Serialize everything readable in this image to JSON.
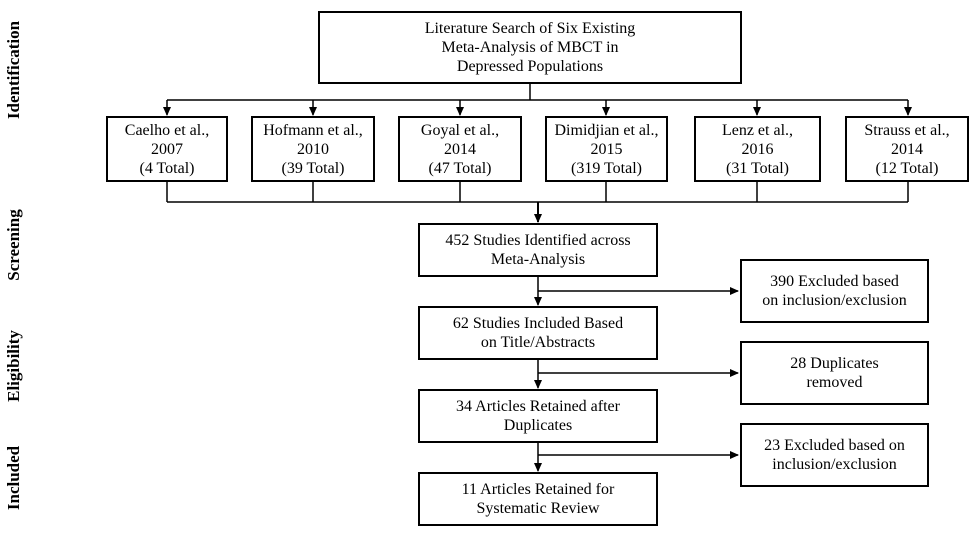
{
  "stages": {
    "identification": "Identification",
    "screening": "Screening",
    "eligibility": "Eligibility",
    "included": "Included"
  },
  "search": {
    "line1": "Literature Search of Six Existing",
    "line2": "Meta-Analysis of MBCT in",
    "line3": "Depressed Populations"
  },
  "sources": [
    {
      "author": "Caelho et al.,",
      "year": "2007",
      "total": "(4 Total)"
    },
    {
      "author": "Hofmann et al.,",
      "year": "2010",
      "total": "(39 Total)"
    },
    {
      "author": "Goyal et al.,",
      "year": "2014",
      "total": "(47 Total)"
    },
    {
      "author": "Dimidjian et al.,",
      "year": "2015",
      "total": "(319 Total)"
    },
    {
      "author": "Lenz et al.,",
      "year": "2016",
      "total": "(31 Total)"
    },
    {
      "author": "Strauss et al.,",
      "year": "2014",
      "total": "(12 Total)"
    }
  ],
  "flow": {
    "identified": {
      "line1": "452 Studies Identified across",
      "line2": "Meta-Analysis"
    },
    "included_title": {
      "line1": "62 Studies Included Based",
      "line2": "on Title/Abstracts"
    },
    "retained_dup": {
      "line1": "34 Articles Retained after",
      "line2": "Duplicates"
    },
    "final": {
      "line1": "11 Articles Retained for",
      "line2": "Systematic Review"
    }
  },
  "exclusions": {
    "ex1": {
      "line1": "390 Excluded based",
      "line2": "on inclusion/exclusion"
    },
    "ex2": {
      "line1": "28 Duplicates",
      "line2": "removed"
    },
    "ex3": {
      "line1": "23 Excluded based on",
      "line2": "inclusion/exclusion"
    }
  }
}
